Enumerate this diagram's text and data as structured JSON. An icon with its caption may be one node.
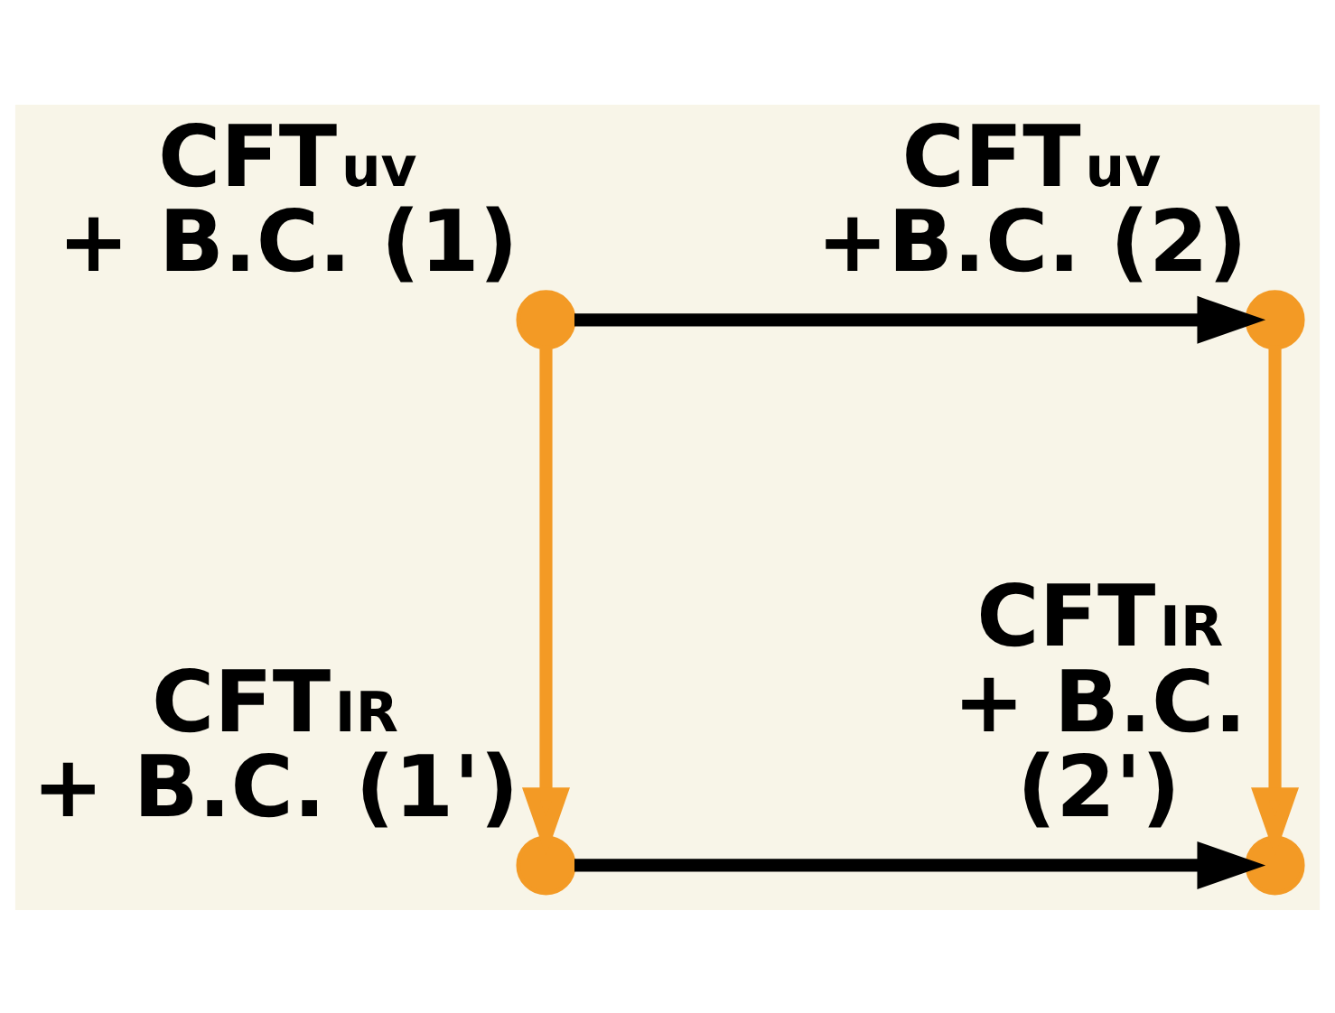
{
  "diagram": {
    "nodes": [
      {
        "text": [],
        "shape": "circle",
        "beside": [
          "CFT$_{uv}$",
          "+ B.C. (1)"
        ]
      },
      {
        "text": [],
        "shape": "circle",
        "beside": [
          "CFT$_{uv}$",
          "+B.C. (2)"
        ]
      },
      {
        "text": [],
        "shape": "circle",
        "beside": [
          "CFT$_{IR}$",
          "+ B.C. (1')"
        ]
      },
      {
        "text": [],
        "shape": "circle",
        "beside": [
          "CFT$_{IR}$",
          "+ B.C.",
          "(2')"
        ]
      }
    ],
    "edges": [
      {
        "from": 0,
        "to": 1,
        "arrow": "to",
        "color": "#000000"
      },
      {
        "from": 0,
        "to": 2,
        "arrow": "to",
        "color": "#f39a25"
      },
      {
        "from": 1,
        "to": 3,
        "arrow": "to",
        "color": "#f39a25"
      },
      {
        "from": 2,
        "to": 3,
        "arrow": "to",
        "color": "#000000"
      }
    ]
  }
}
